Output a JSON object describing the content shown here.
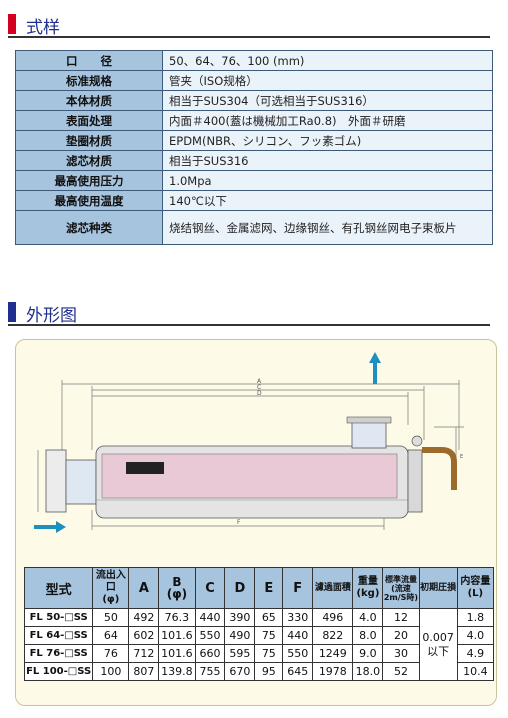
{
  "spec_section": {
    "title": "式样"
  },
  "spec_rows": [
    {
      "key": "口　　径",
      "value": "50、64、76、100 (mm)"
    },
    {
      "key": "标准规格",
      "value": "管夹（ISO规格）"
    },
    {
      "key": "本体材质",
      "value": "相当于SUS304（可选相当于SUS316）"
    },
    {
      "key": "表面处理",
      "value": "内面＃400(蓋は機械加工Ra0.8)　外面＃研磨"
    },
    {
      "key": "垫圈材质",
      "value": "EPDM(NBR、シリコン、フッ素ゴム)"
    },
    {
      "key": "滤芯材质",
      "value": "相当于SUS316"
    },
    {
      "key": "最高使用压力",
      "value": "1.0Mpa"
    },
    {
      "key": "最高使用温度",
      "value": "140℃以下"
    },
    {
      "key": "滤芯种类",
      "value": "烧结钢丝、金属滤网、边缘钢丝、有孔钢丝网电子束板片"
    }
  ],
  "drawing_section": {
    "title": "外形图"
  },
  "drawing_labels": {
    "a": "A",
    "c": "C",
    "d": "D",
    "f": "F",
    "e": "E"
  },
  "dims_headers": {
    "model": "型式",
    "inlet": "流出入口",
    "inlet_unit": "(φ)",
    "a": "A",
    "b": "B",
    "b_unit": "(φ)",
    "c": "C",
    "d": "D",
    "e": "E",
    "f": "F",
    "area": "濾過面積",
    "weight": "重量",
    "weight_unit": "(kg)",
    "flow": "標準流量(流速2m/S時)",
    "pressure": "初期圧損",
    "volume": "内容量",
    "volume_unit": "(L)"
  },
  "dims_rows": [
    {
      "model": "FL 50-□SS",
      "inlet": "50",
      "a": "492",
      "b": "76.3",
      "c": "440",
      "d": "390",
      "e": "65",
      "f": "330",
      "area": "496",
      "weight": "4.0",
      "flow": "12",
      "volume": "1.8"
    },
    {
      "model": "FL 64-□SS",
      "inlet": "64",
      "a": "602",
      "b": "101.6",
      "c": "550",
      "d": "490",
      "e": "75",
      "f": "440",
      "area": "822",
      "weight": "8.0",
      "flow": "20",
      "volume": "4.0"
    },
    {
      "model": "FL 76-□SS",
      "inlet": "76",
      "a": "712",
      "b": "101.6",
      "c": "660",
      "d": "595",
      "e": "75",
      "f": "550",
      "area": "1249",
      "weight": "9.0",
      "flow": "30",
      "volume": "4.9"
    },
    {
      "model": "FL 100-□SS",
      "inlet": "100",
      "a": "807",
      "b": "139.8",
      "c": "755",
      "d": "670",
      "e": "95",
      "f": "645",
      "area": "1978",
      "weight": "18.0",
      "flow": "52",
      "volume": "10.4"
    }
  ],
  "pressure_loss": {
    "line1": "0.007",
    "line2": "以下"
  },
  "colors": {
    "red_bar": "#d4001f",
    "blue_bar": "#1f2f8f",
    "key_cell": "#a7c4de",
    "value_cell": "#eaf3fa",
    "arrow": "#1d8fc0",
    "element": "#e9c9d6"
  }
}
